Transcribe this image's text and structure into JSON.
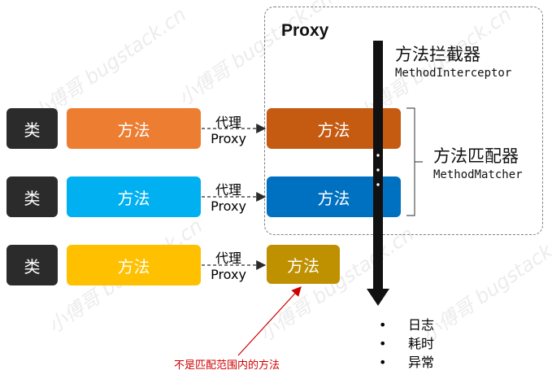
{
  "proxy_title": "Proxy",
  "interceptor": {
    "name": "方法拦截器",
    "class": "MethodInterceptor"
  },
  "matcher": {
    "name": "方法匹配器",
    "class": "MethodMatcher"
  },
  "rows": [
    {
      "class_label": "类",
      "method_label": "方法",
      "proxy_zh": "代理",
      "proxy_en": "Proxy",
      "proxied_method": "方法",
      "method_color": "#ED7D31",
      "proxied_color": "#C55A11"
    },
    {
      "class_label": "类",
      "method_label": "方法",
      "proxy_zh": "代理",
      "proxy_en": "Proxy",
      "proxied_method": "方法",
      "method_color": "#00B0F0",
      "proxied_color": "#0070C0"
    },
    {
      "class_label": "类",
      "method_label": "方法",
      "proxy_zh": "代理",
      "proxy_en": "Proxy",
      "proxied_method": "方法",
      "method_color": "#FFC000",
      "proxied_color": "#BF9000"
    }
  ],
  "bullets": [
    "日志",
    "耗时",
    "异常"
  ],
  "bullet_symbol": "•",
  "annotation": "不是匹配范围内的方法",
  "annotation_color": "#D00000",
  "watermark": "小傅哥 bugstack.cn"
}
